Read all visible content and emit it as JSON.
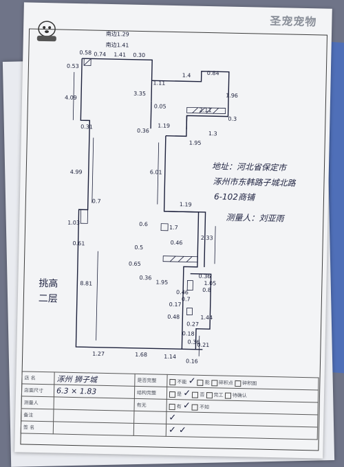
{
  "brand": {
    "name": "圣宠宠物"
  },
  "plan": {
    "dims": [
      "南边1.29",
      "南边1.41",
      "0.58",
      "0.74",
      "1.41",
      "0.30",
      "0.53",
      "4.09",
      "0.31",
      "4.99",
      "0.7",
      "1.03",
      "0.61",
      "8.81",
      "1.27",
      "1.68",
      "1.14",
      "0.16",
      "0.21",
      "3.35",
      "1.11",
      "0.05",
      "0.36",
      "1.19",
      "1.4",
      "0.84",
      "1.96",
      "2.11",
      "0.3",
      "1.3",
      "1.95",
      "6.01",
      "1.19",
      "1.7",
      "2.33",
      "0.6",
      "0.46",
      "0.5",
      "0.65",
      "0.36",
      "1.95",
      "0.36",
      "1.05",
      "0.8",
      "0.46",
      "0.7",
      "0.17",
      "0.48",
      "1.44",
      "0.18",
      "0.27",
      "0.36"
    ]
  },
  "notes": {
    "address_line1": "地址：河北省保定市",
    "address_line2": "涿州市东韩路子城北路",
    "address_line3": "6-102商铺",
    "measurer": "测量人：刘亚雨"
  },
  "floor_label": "挑高二层",
  "form": {
    "row1": {
      "label": "店 名",
      "value": "涿州 狮子城",
      "col3": "是否完整",
      "opt1": "不能",
      "opt2": "能",
      "opt3": "碎积点",
      "opt4": "碎积图"
    },
    "row2": {
      "label": "店面尺寸",
      "value": "6.3 × 1.83",
      "col3": "结构完整",
      "opt1": "是",
      "opt2": "否",
      "opt3": "完工",
      "opt4": "待确认"
    },
    "row3": {
      "label": "测量人",
      "col3": "有无",
      "opt1": "有",
      "opt2": "不知"
    },
    "row4": {
      "label": "备注",
      "col3": ""
    },
    "row5": {
      "label": "签 名",
      "col3": ""
    }
  }
}
